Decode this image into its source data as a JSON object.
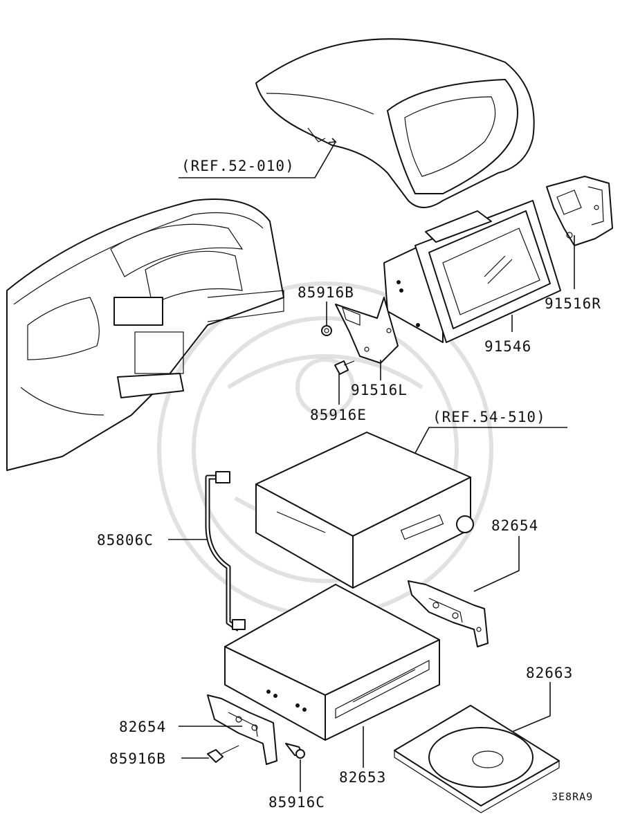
{
  "diagram": {
    "ref_labels": {
      "ref_52_010": "(REF.52-010)",
      "ref_54_510": "(REF.54-510)"
    },
    "parts": {
      "p85916B_top": "85916B",
      "p91516R": "91516R",
      "p91546": "91546",
      "p91516L": "91516L",
      "p85916E": "85916E",
      "p85806C": "85806C",
      "p82654_right": "82654",
      "p82663": "82663",
      "p82654_left": "82654",
      "p85916B_bottom": "85916B",
      "p82653": "82653",
      "p85916C": "85916C"
    },
    "diagram_code": "3E8RA9"
  }
}
